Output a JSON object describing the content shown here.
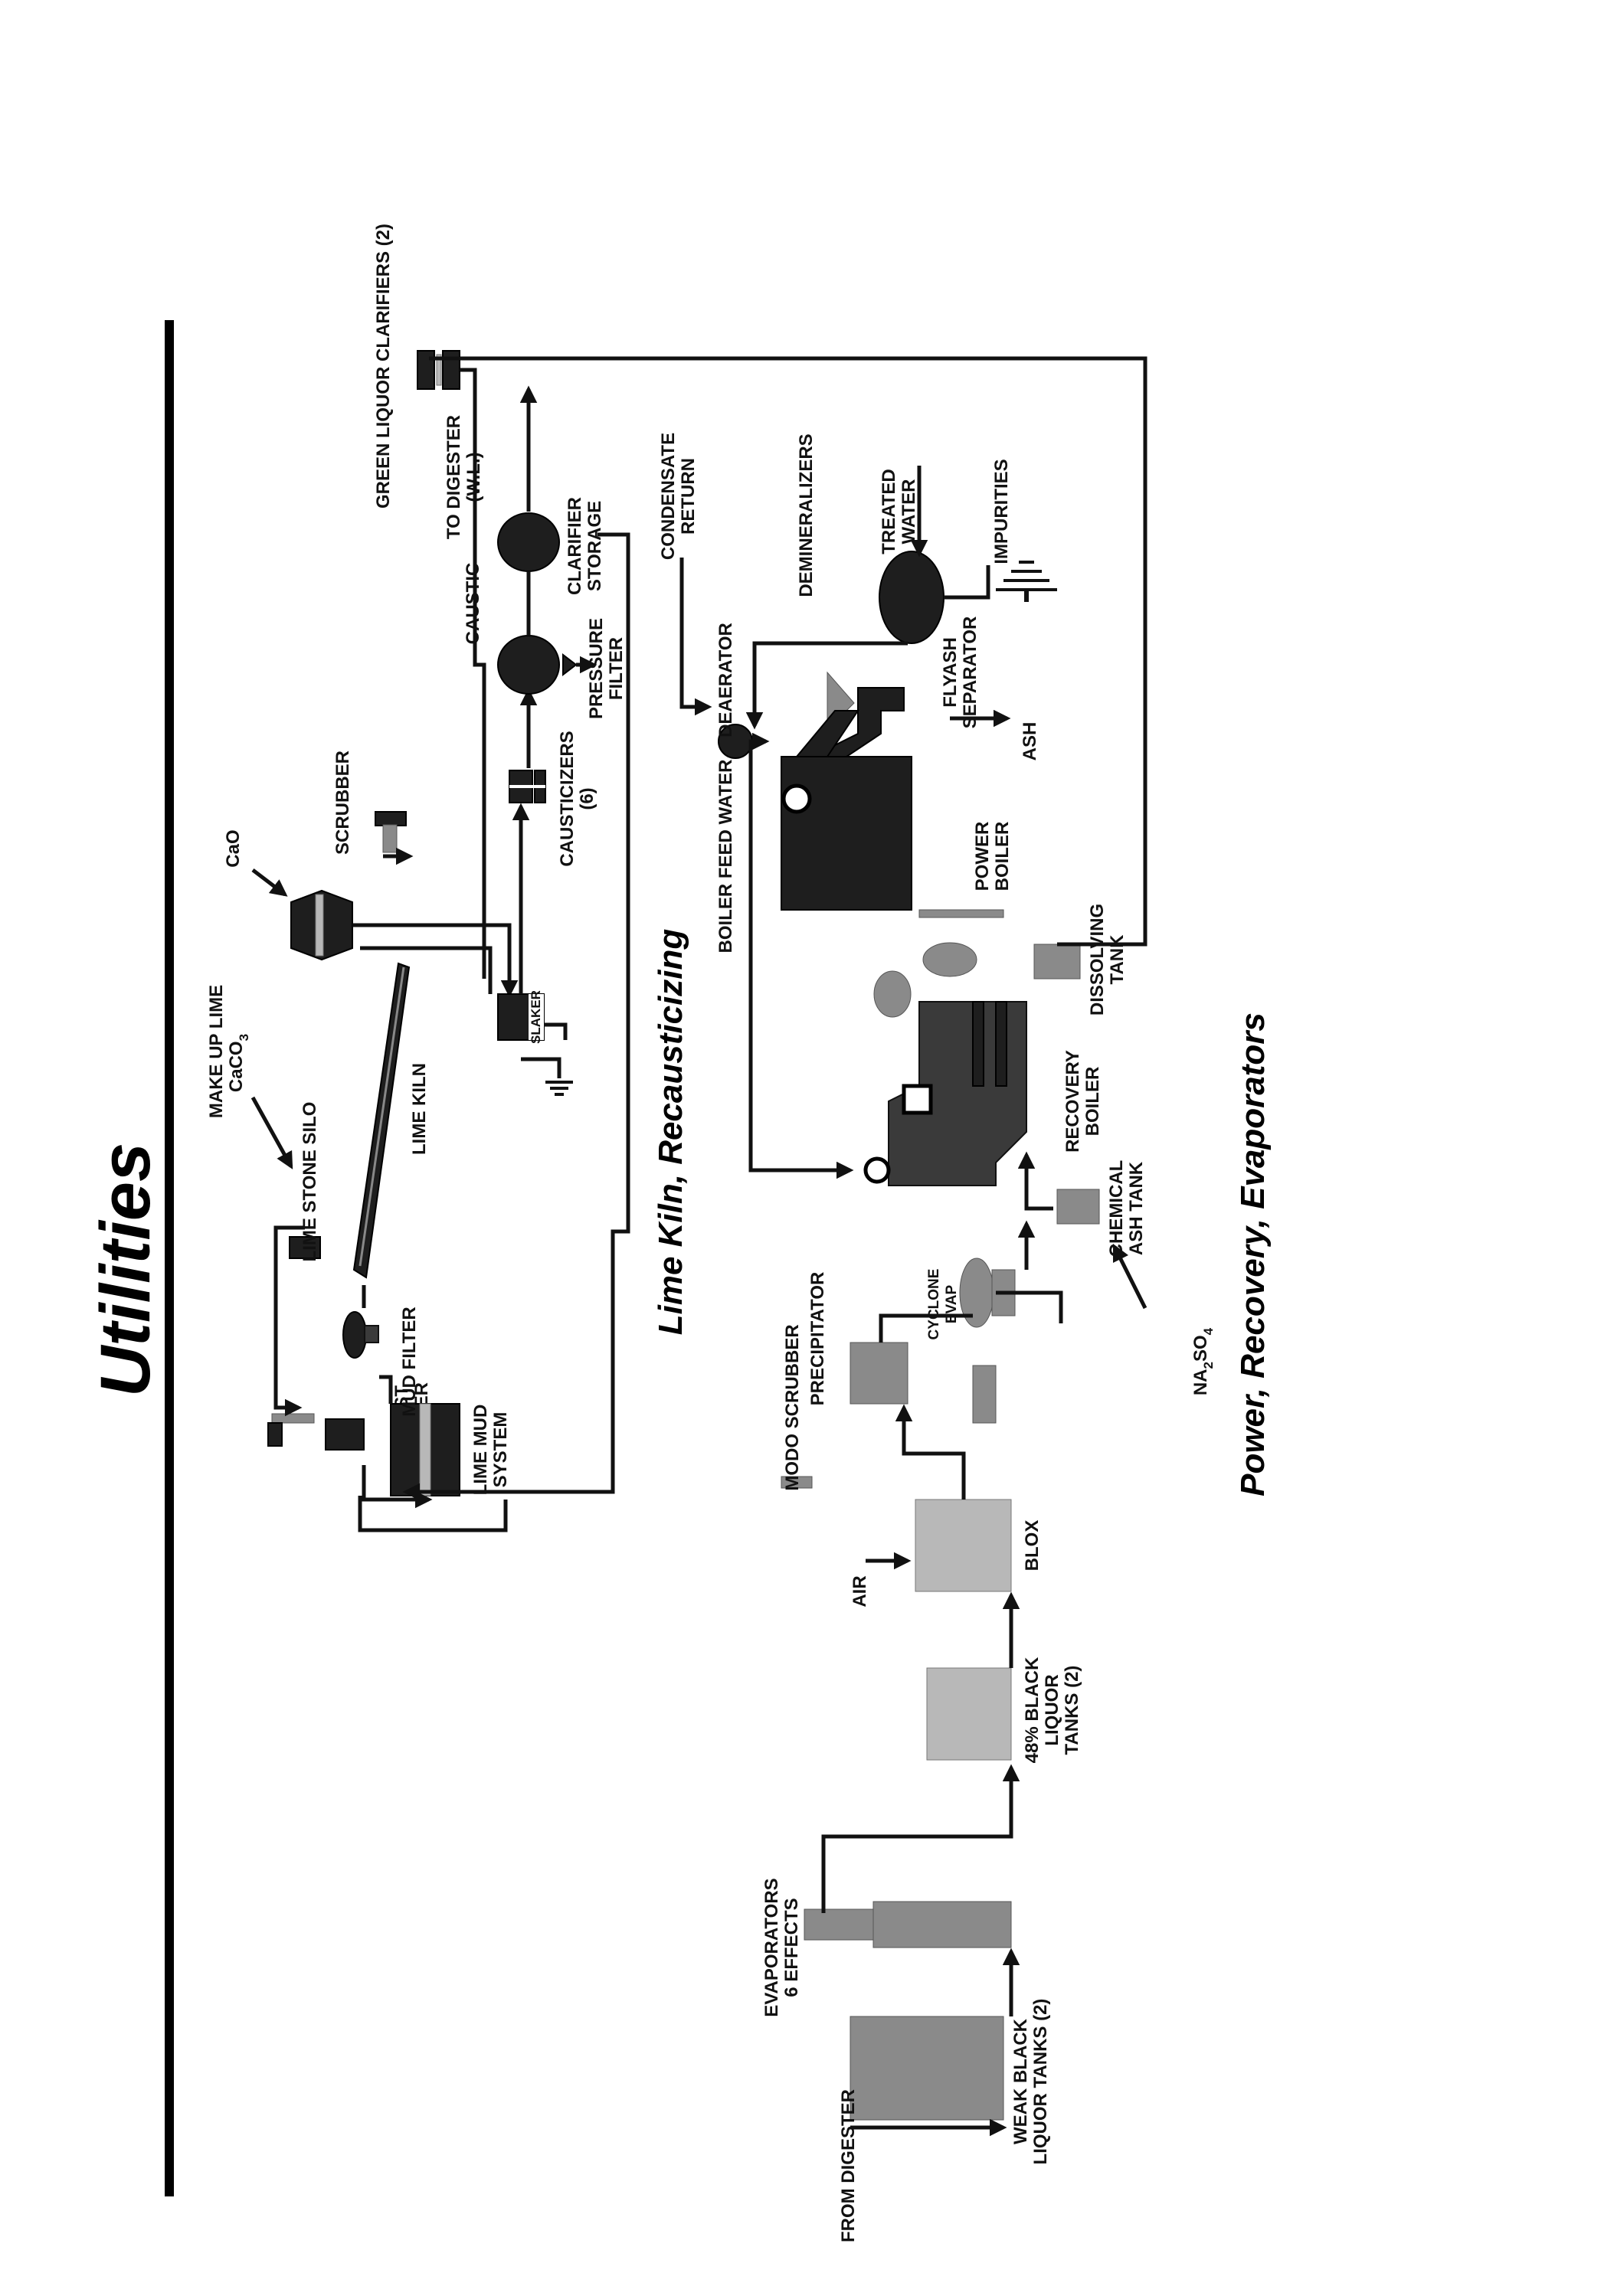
{
  "title": "Utilities",
  "sections": {
    "lime_kiln": "Lime Kiln, Recausticizing",
    "power_recovery": "Power, Recovery, Evaporators"
  },
  "labels": {
    "make_up_lime": "MAKE UP LIME",
    "caco3_main": "CaCO",
    "caco3_sub": "3",
    "cao": "CaO",
    "lime_stone_silo": "LIME STONE SILO",
    "lime_kiln": "LIME KILN",
    "scrubber": "SCRUBBER",
    "green_liquor_clarifiers": "GREEN LIQUOR CLARIFIERS (2)",
    "to_digester": "TO DIGESTER",
    "to_digester_wl": "(W.L.)",
    "caustic": "CAUSTIC",
    "clarifier": "CLARIFIER",
    "storage": "STORAGE",
    "pressure": "PRESSURE",
    "filter": "FILTER",
    "causticizers": "CAUSTICIZERS",
    "causticizers_count": "(6)",
    "slaker": "SLAKER",
    "mud_filter": "MUD FILTER",
    "kiln_dust_1": "KILN DUST",
    "kiln_dust_2": "SCRUBBER",
    "lime_mud_1": "LIME MUD",
    "lime_mud_2": "SYSTEM",
    "condensate_1": "CONDENSATE",
    "condensate_2": "RETURN",
    "deaerator": "DEAERATOR",
    "demineralizers": "DEMINERALIZERS",
    "treated_1": "TREATED",
    "treated_2": "WATER",
    "impurities": "IMPURITIES",
    "flyash_1": "FLYASH",
    "flyash_2": "SEPARATOR",
    "ash": "ASH",
    "power_boiler_1": "POWER",
    "power_boiler_2": "BOILER",
    "boiler_feed_water": "BOILER FEED WATER",
    "dissolving_1": "DISSOLVING",
    "dissolving_2": "TANK",
    "recovery_1": "RECOVERY",
    "recovery_2": "BOILER",
    "chemical_1": "CHEMICAL",
    "chemical_2": "ASH TANK",
    "na2so4_a": "NA",
    "na2so4_b": "2",
    "na2so4_c": "SO",
    "na2so4_d": "4",
    "modo_scrubber": "MODO SCRUBBER",
    "precipitator": "PRECIPITATOR",
    "cyclone_1": "CYCLONE",
    "cyclone_2": "EVAP",
    "air": "AIR",
    "blox": "BLOX",
    "black_liquor_1": "48% BLACK",
    "black_liquor_2": "LIQUOR",
    "black_liquor_3": "TANKS (2)",
    "evaporators_1": "EVAPORATORS",
    "evaporators_2": "6 EFFECTS",
    "from_digester": "FROM DIGESTER",
    "weak_1": "WEAK BLACK",
    "weak_2": "LIQUOR TANKS (2)"
  }
}
